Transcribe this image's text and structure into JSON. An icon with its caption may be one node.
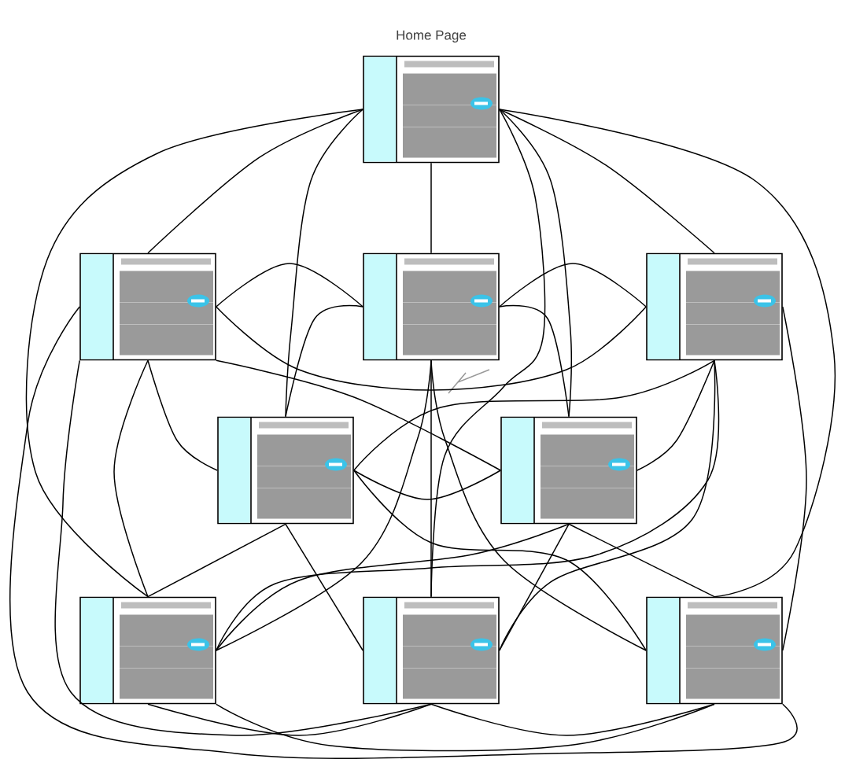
{
  "diagram": {
    "nodes": [
      {
        "text": [
          "Home Page"
        ]
      },
      {
        "text": [],
        "shape": "box"
      },
      {
        "text": [],
        "shape": "box"
      },
      {
        "text": [],
        "shape": "box"
      },
      {
        "text": [],
        "shape": "box"
      },
      {
        "text": [],
        "shape": "box"
      },
      {
        "text": [],
        "shape": "box"
      },
      {
        "text": [],
        "shape": "box"
      },
      {
        "text": [],
        "shape": "box"
      }
    ],
    "edges": [
      {
        "from": 0,
        "to": 1,
        "arrow": "none"
      },
      {
        "from": 0,
        "to": 2,
        "arrow": "none"
      },
      {
        "from": 0,
        "to": 3,
        "arrow": "none"
      },
      {
        "from": 0,
        "to": 4,
        "arrow": "none"
      },
      {
        "from": 0,
        "to": 5,
        "arrow": "none"
      },
      {
        "from": 0,
        "to": 6,
        "arrow": "none"
      },
      {
        "from": 0,
        "to": 7,
        "arrow": "none"
      },
      {
        "from": 0,
        "to": 8,
        "arrow": "none"
      },
      {
        "from": 1,
        "to": 2,
        "arrow": "none"
      },
      {
        "from": 1,
        "to": 3,
        "arrow": "none"
      },
      {
        "from": 1,
        "to": 4,
        "arrow": "none"
      },
      {
        "from": 1,
        "to": 5,
        "arrow": "none"
      },
      {
        "from": 1,
        "to": 6,
        "arrow": "none"
      },
      {
        "from": 1,
        "to": 7,
        "arrow": "none"
      },
      {
        "from": 1,
        "to": 8,
        "arrow": "none"
      },
      {
        "from": 2,
        "to": 3,
        "arrow": "none"
      },
      {
        "from": 2,
        "to": 4,
        "arrow": "none"
      },
      {
        "from": 2,
        "to": 5,
        "arrow": "none"
      },
      {
        "from": 2,
        "to": 6,
        "arrow": "none"
      },
      {
        "from": 2,
        "to": 7,
        "arrow": "none"
      },
      {
        "from": 2,
        "to": 8,
        "arrow": "none"
      },
      {
        "from": 3,
        "to": 4,
        "arrow": "none"
      },
      {
        "from": 3,
        "to": 5,
        "arrow": "none"
      },
      {
        "from": 3,
        "to": 6,
        "arrow": "none"
      },
      {
        "from": 3,
        "to": 7,
        "arrow": "none"
      },
      {
        "from": 3,
        "to": 8,
        "arrow": "none"
      },
      {
        "from": 4,
        "to": 5,
        "arrow": "none"
      },
      {
        "from": 4,
        "to": 6,
        "arrow": "none"
      },
      {
        "from": 4,
        "to": 7,
        "arrow": "none"
      },
      {
        "from": 4,
        "to": 8,
        "arrow": "none"
      },
      {
        "from": 5,
        "to": 6,
        "arrow": "none"
      },
      {
        "from": 5,
        "to": 7,
        "arrow": "none"
      },
      {
        "from": 5,
        "to": 8,
        "arrow": "none"
      },
      {
        "from": 6,
        "to": 7,
        "arrow": "none"
      },
      {
        "from": 6,
        "to": 8,
        "arrow": "none"
      },
      {
        "from": 7,
        "to": 8,
        "arrow": "none"
      }
    ]
  }
}
